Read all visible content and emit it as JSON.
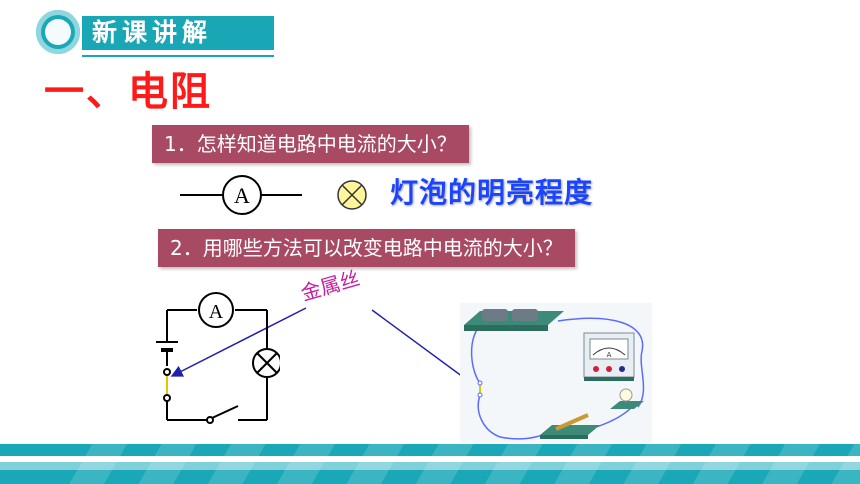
{
  "header": {
    "title": "新课讲解",
    "accent_color": "#19a7b6"
  },
  "section": {
    "title": "一、电阻",
    "color": "#ff1a1a"
  },
  "questions": [
    {
      "label": "1．怎样知道电路中电流的大小？"
    },
    {
      "label": "2．用哪些方法可以改变电路中电流的大小？"
    }
  ],
  "ammeter_symbol": {
    "letter": "A"
  },
  "bulb_symbol": {
    "icon": "lamp-cross-icon"
  },
  "brightness_text": "灯泡的明亮程度",
  "wire_label": "金属丝",
  "circuit": {
    "ammeter_letter": "A"
  },
  "photo": {
    "meter_letter": "A"
  }
}
